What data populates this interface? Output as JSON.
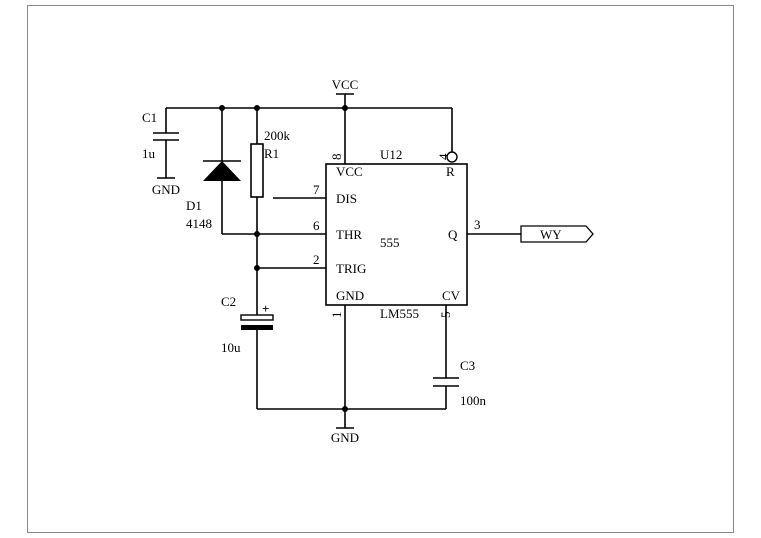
{
  "ic": {
    "ref": "U12",
    "part": "LM555",
    "body_label": "555",
    "pins": {
      "vcc": {
        "number": "8",
        "name": "VCC"
      },
      "reset": {
        "number": "4",
        "name": "R"
      },
      "dis": {
        "number": "7",
        "name": "DIS"
      },
      "thr": {
        "number": "6",
        "name": "THR"
      },
      "trig": {
        "number": "2",
        "name": "TRIG"
      },
      "gnd": {
        "number": "1",
        "name": "GND"
      },
      "cv": {
        "number": "5",
        "name": "CV"
      },
      "q": {
        "number": "3",
        "name": "Q"
      }
    }
  },
  "power": {
    "vcc_top": "VCC",
    "gnd_c1": "GND",
    "gnd_bottom": "GND"
  },
  "components": {
    "c1": {
      "ref": "C1",
      "value": "1u"
    },
    "d1": {
      "ref": "D1",
      "value": "4148"
    },
    "r1": {
      "ref": "R1",
      "value": "200k"
    },
    "c2": {
      "ref": "C2",
      "value": "10u",
      "polarity": "+"
    },
    "c3": {
      "ref": "C3",
      "value": "100n"
    }
  },
  "net_port": {
    "label": "WY"
  }
}
